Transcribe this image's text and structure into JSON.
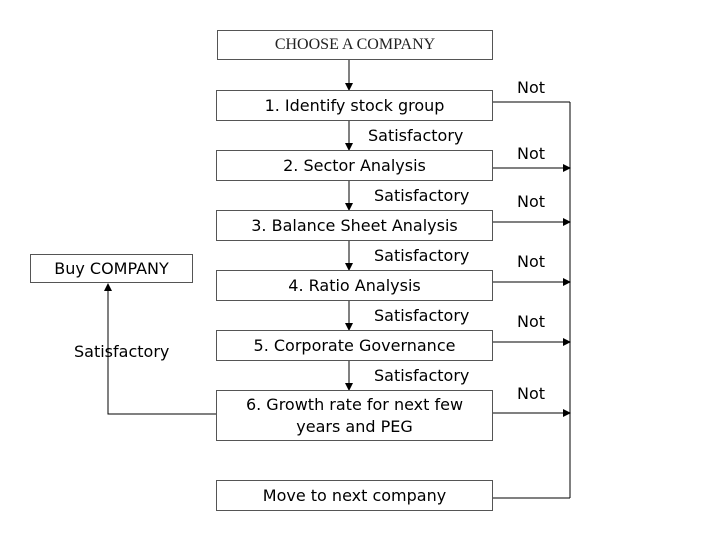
{
  "diagram": {
    "start": "CHOOSE A COMPANY",
    "steps": [
      {
        "label": "1. Identify stock group",
        "pass": "Satisfactory",
        "fail": "Not"
      },
      {
        "label": "2. Sector Analysis",
        "pass": "Satisfactory",
        "fail": "Not"
      },
      {
        "label": "3. Balance Sheet Analysis",
        "pass": "Satisfactory",
        "fail": "Not"
      },
      {
        "label": "4. Ratio Analysis",
        "pass": "Satisfactory",
        "fail": "Not"
      },
      {
        "label": "5. Corporate Governance",
        "pass": "Satisfactory",
        "fail": "Not"
      },
      {
        "label": "6. Growth rate for next few years and PEG",
        "pass": "Satisfactory",
        "fail": "Not"
      }
    ],
    "buy": "Buy COMPANY",
    "next": "Move to next company",
    "colors": {
      "border": "#555555",
      "line": "#000000",
      "text": "#000000"
    }
  }
}
